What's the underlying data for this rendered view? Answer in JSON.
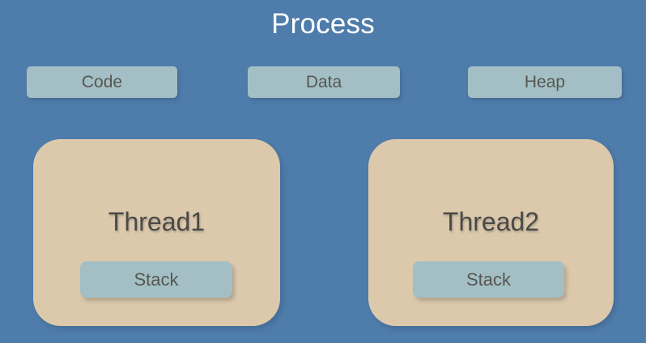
{
  "diagram": {
    "title": "Process",
    "type": "process-memory-layout-diagram",
    "colors": {
      "background": "#4E7CAB",
      "title_text": "#FFFFFF",
      "segment_box": "#A3BFC5",
      "segment_text": "#575751",
      "thread_box": "#DCC9AC",
      "thread_text": "#4A4A48",
      "stack_box": "#A3BFC5",
      "stack_text": "#575751"
    }
  },
  "segments": [
    {
      "label": "Code"
    },
    {
      "label": "Data"
    },
    {
      "label": "Heap"
    }
  ],
  "threads": [
    {
      "label": "Thread1",
      "stack_label": "Stack"
    },
    {
      "label": "Thread2",
      "stack_label": "Stack"
    }
  ]
}
